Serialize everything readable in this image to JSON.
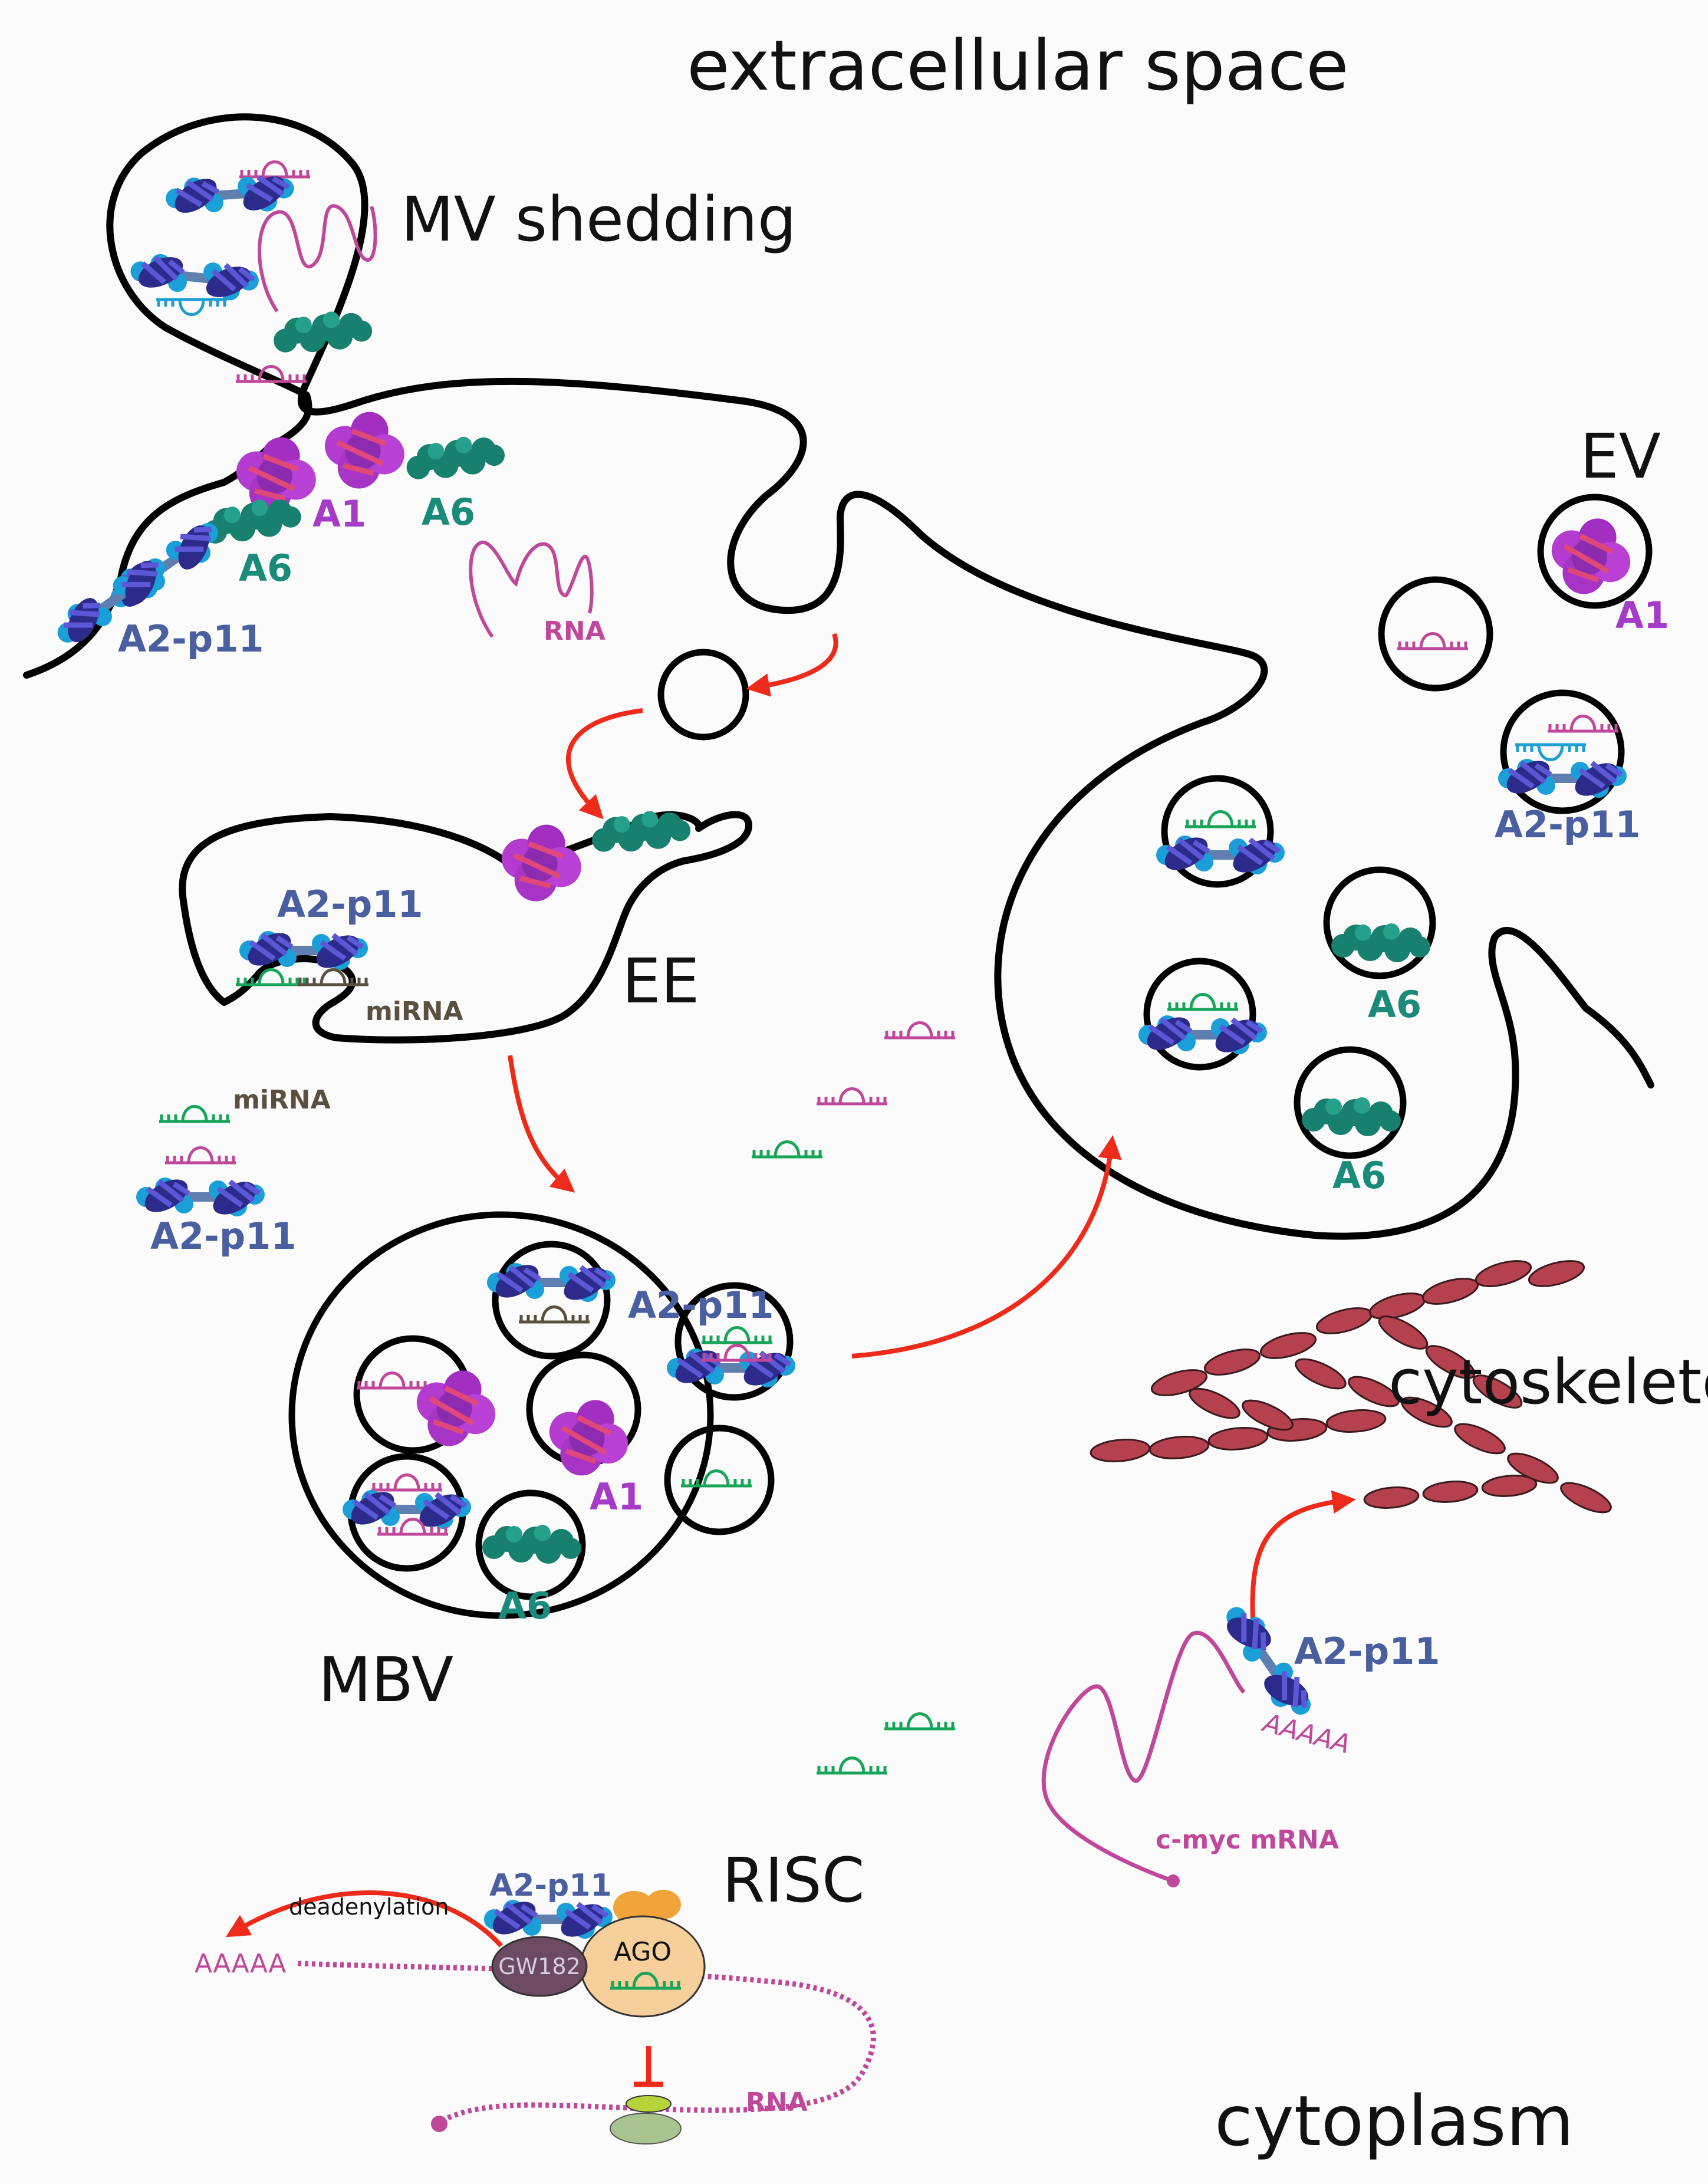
{
  "labels": {
    "extracellular_space": "extracellular space",
    "cytoplasm": "cytoplasm",
    "mv_shedding": "MV shedding",
    "ev": "EV",
    "ee": "EE",
    "mbv": "MBV",
    "risc": "RISC",
    "cytoskeleton": "cytoskeleton",
    "a1": "A1",
    "a6": "A6",
    "a2p11": "A2-p11",
    "rna": "RNA",
    "mirna": "miRNA",
    "c_myc_mrna": "c-myc mRNA",
    "aaaaa": "AAAAA",
    "deadenylation": "deadenylation",
    "gw182": "GW182",
    "ago": "AGO"
  },
  "colors": {
    "arrow": "#ee2a1b",
    "a1": "#a53cc7",
    "a6": "#1a8a7a",
    "a2p11": "#4a5fa0",
    "rna": "#c0489a",
    "mirna_green": "#17a55a",
    "mirna_dark": "#5a5040",
    "cytoskeleton": "#b4414d"
  }
}
